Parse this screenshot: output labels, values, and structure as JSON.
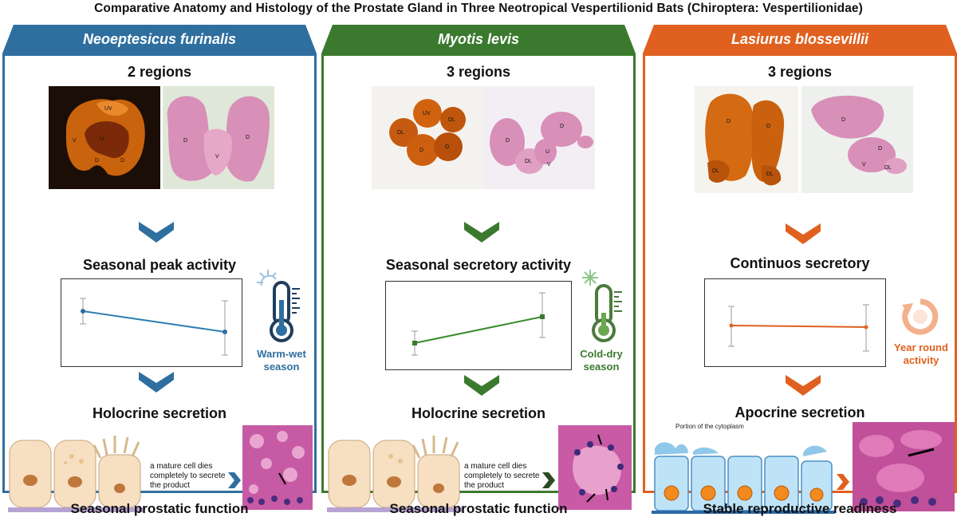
{
  "title": "Comparative Anatomy and Histology of the Prostate Gland in Three Neotropical Vespertilionid Bats (Chiroptera: Vespertilionidae)",
  "colors": {
    "blue": "#2f6f9f",
    "green": "#3b7a2e",
    "orange": "#e0611f"
  },
  "panels": [
    {
      "species": "Neoeptesicus furinalis",
      "regions": "2 regions",
      "gross_labels": [
        "UV",
        "V",
        "U",
        "D",
        "D"
      ],
      "histo_labels": [
        "D",
        "D",
        "V"
      ],
      "activity": "Seasonal peak activity",
      "season": "Warm-wet season",
      "season_icon": "thermometer-sun-icon",
      "secretion": "Holocrine secretion",
      "cell_note": "a mature cell dies completely to secrete the product",
      "footer": "Seasonal prostatic function"
    },
    {
      "species": "Myotis levis",
      "regions": "3 regions",
      "gross_labels": [
        "UV",
        "DL",
        "DL",
        "D",
        "D"
      ],
      "histo_labels": [
        "D",
        "D",
        "U",
        "DL",
        "V"
      ],
      "activity": "Seasonal secretory activity",
      "season": "Cold-dry season",
      "season_icon": "thermometer-snowflake-icon",
      "secretion": "Holocrine secretion",
      "cell_note": "a mature cell dies completely to secrete the product",
      "footer": "Seasonal prostatic function"
    },
    {
      "species": "Lasiurus blossevillii",
      "regions": "3 regions",
      "gross_labels": [
        "D",
        "D",
        "DL",
        "DL"
      ],
      "histo_labels": [
        "D",
        "D",
        "V",
        "DL"
      ],
      "activity": "Continuos secretory",
      "season": "Year round activity",
      "season_icon": "cycle-arrows-icon",
      "secretion": "Apocrine secretion",
      "cell_note": "Portion of the cytoplasm",
      "footer": "Stable reproductive readiness"
    }
  ]
}
